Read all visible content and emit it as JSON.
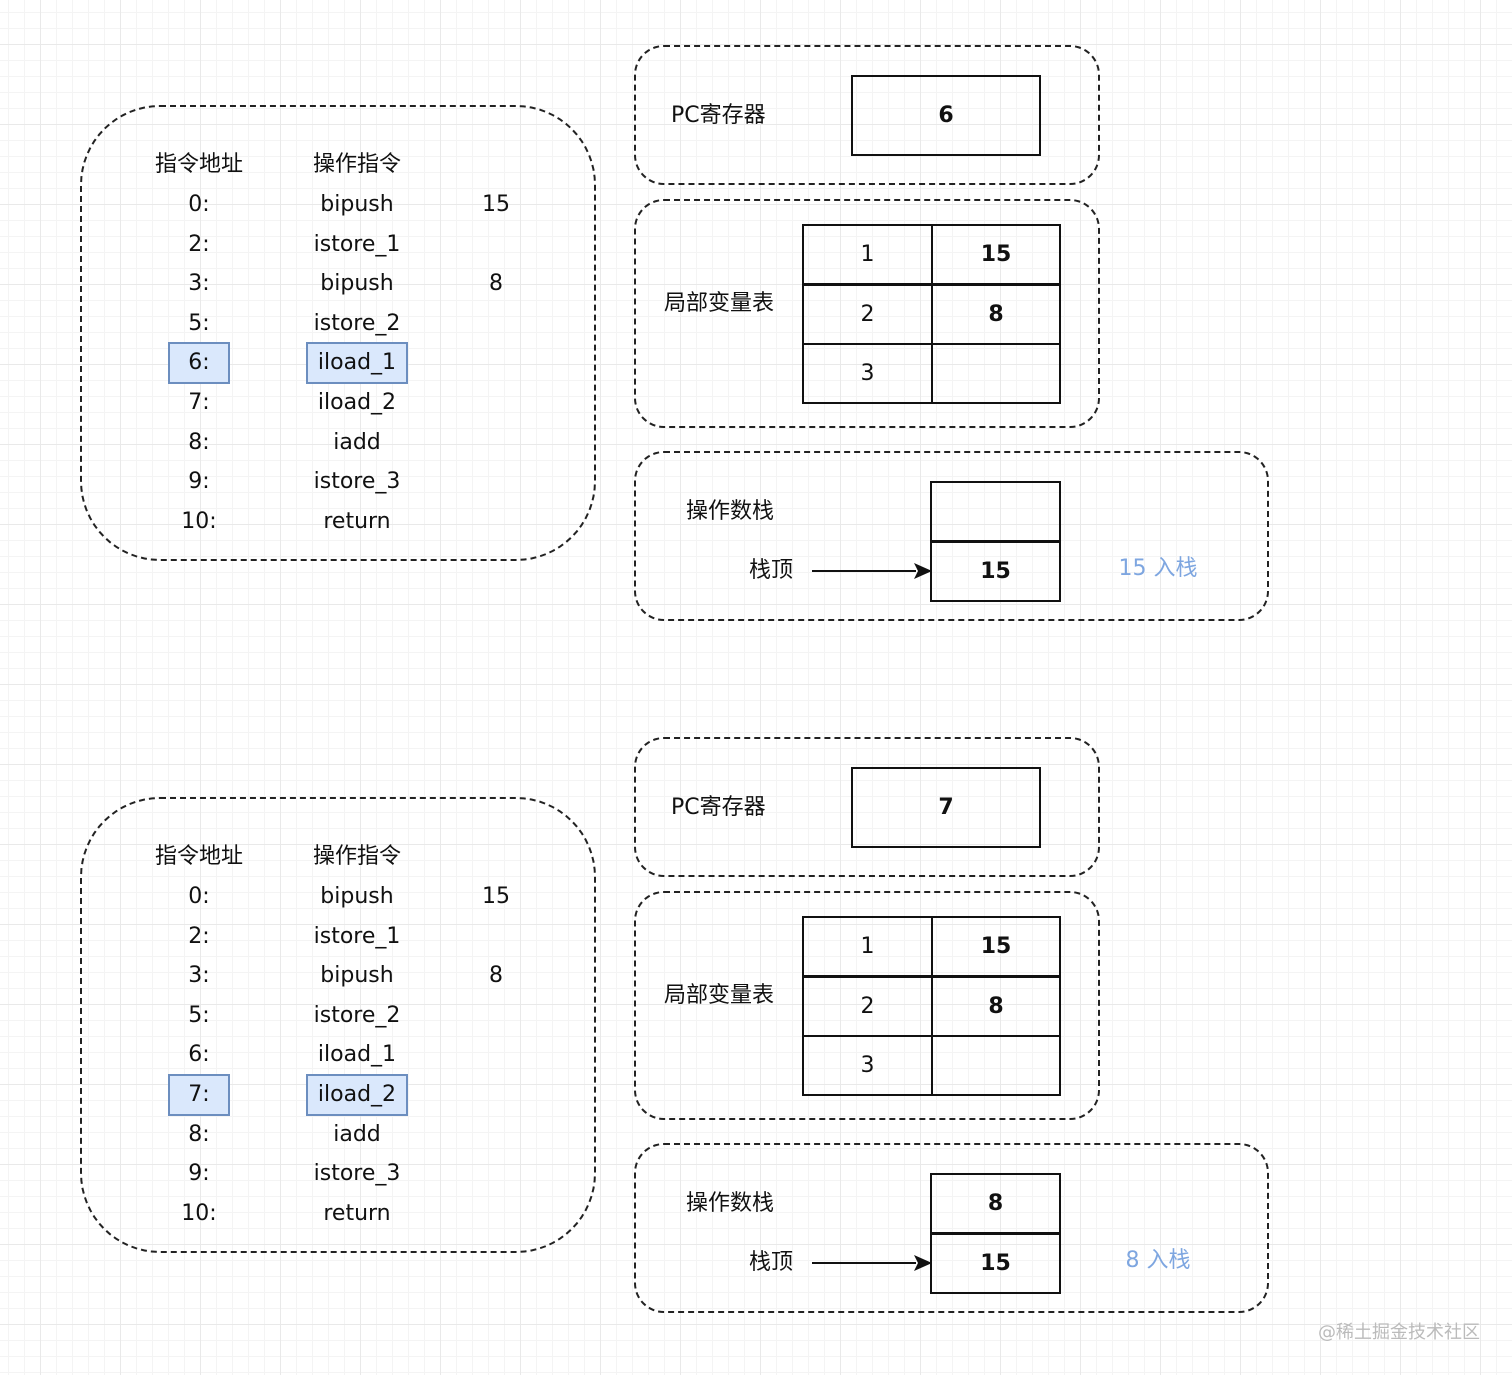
{
  "panels": [
    {
      "program": {
        "header_addr": "指令地址",
        "header_op": "操作指令",
        "rows": [
          {
            "addr": "0:",
            "op": "bipush",
            "arg": "15"
          },
          {
            "addr": "2:",
            "op": "istore_1",
            "arg": ""
          },
          {
            "addr": "3:",
            "op": "bipush",
            "arg": "8"
          },
          {
            "addr": "5:",
            "op": "istore_2",
            "arg": ""
          },
          {
            "addr": "6:",
            "op": "iload_1",
            "arg": ""
          },
          {
            "addr": "7:",
            "op": "iload_2",
            "arg": ""
          },
          {
            "addr": "8:",
            "op": "iadd",
            "arg": ""
          },
          {
            "addr": "9:",
            "op": "istore_3",
            "arg": ""
          },
          {
            "addr": "10:",
            "op": "return",
            "arg": ""
          }
        ],
        "highlight_row": 4
      },
      "pc": {
        "label": "PC寄存器",
        "value": "6"
      },
      "locals": {
        "label": "局部变量表",
        "rows": [
          {
            "index": "1",
            "value": "15"
          },
          {
            "index": "2",
            "value": "8"
          },
          {
            "index": "3",
            "value": ""
          }
        ]
      },
      "stack": {
        "label": "操作数栈",
        "top_label": "栈顶",
        "cells": [
          "",
          "15"
        ],
        "note": "15 入栈"
      }
    },
    {
      "program": {
        "header_addr": "指令地址",
        "header_op": "操作指令",
        "rows": [
          {
            "addr": "0:",
            "op": "bipush",
            "arg": "15"
          },
          {
            "addr": "2:",
            "op": "istore_1",
            "arg": ""
          },
          {
            "addr": "3:",
            "op": "bipush",
            "arg": "8"
          },
          {
            "addr": "5:",
            "op": "istore_2",
            "arg": ""
          },
          {
            "addr": "6:",
            "op": "iload_1",
            "arg": ""
          },
          {
            "addr": "7:",
            "op": "iload_2",
            "arg": ""
          },
          {
            "addr": "8:",
            "op": "iadd",
            "arg": ""
          },
          {
            "addr": "9:",
            "op": "istore_3",
            "arg": ""
          },
          {
            "addr": "10:",
            "op": "return",
            "arg": ""
          }
        ],
        "highlight_row": 5
      },
      "pc": {
        "label": "PC寄存器",
        "value": "7"
      },
      "locals": {
        "label": "局部变量表",
        "rows": [
          {
            "index": "1",
            "value": "15"
          },
          {
            "index": "2",
            "value": "8"
          },
          {
            "index": "3",
            "value": ""
          }
        ]
      },
      "stack": {
        "label": "操作数栈",
        "top_label": "栈顶",
        "cells": [
          "8",
          "15"
        ],
        "note": "8 入栈"
      }
    }
  ],
  "watermark": "@稀土掘金技术社区",
  "colors": {
    "highlight_fill": "#dae8fc",
    "highlight_border": "#6c8ebf",
    "note": "#7ea6e0"
  }
}
